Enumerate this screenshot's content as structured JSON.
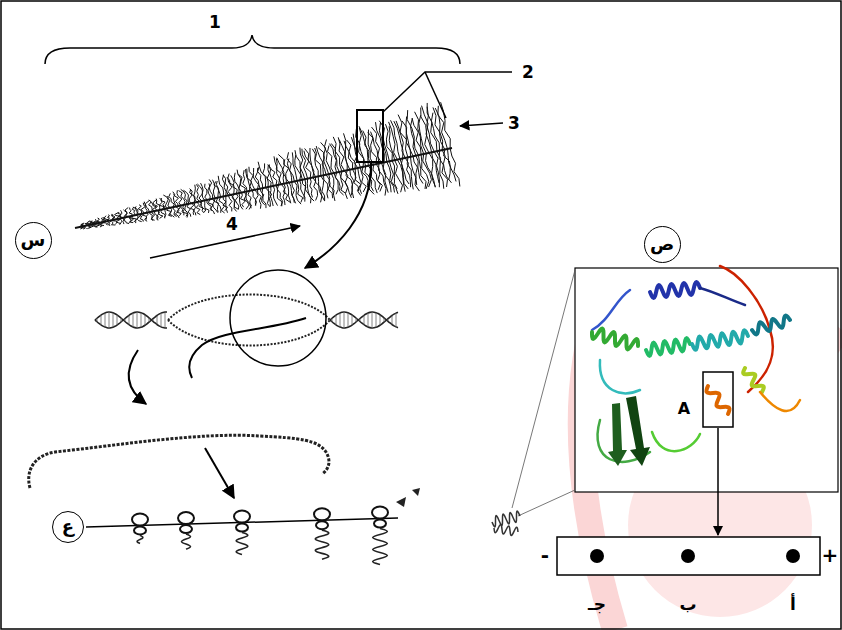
{
  "diagram": {
    "nodes": [
      {
        "text": [
          "س"
        ]
      },
      {
        "text": [
          "ص"
        ]
      },
      {
        "text": [
          "ع"
        ]
      }
    ],
    "labels": [
      "1",
      "2",
      "3",
      "4",
      "A",
      "-",
      "+",
      "جـ",
      "ب",
      "أ"
    ]
  }
}
